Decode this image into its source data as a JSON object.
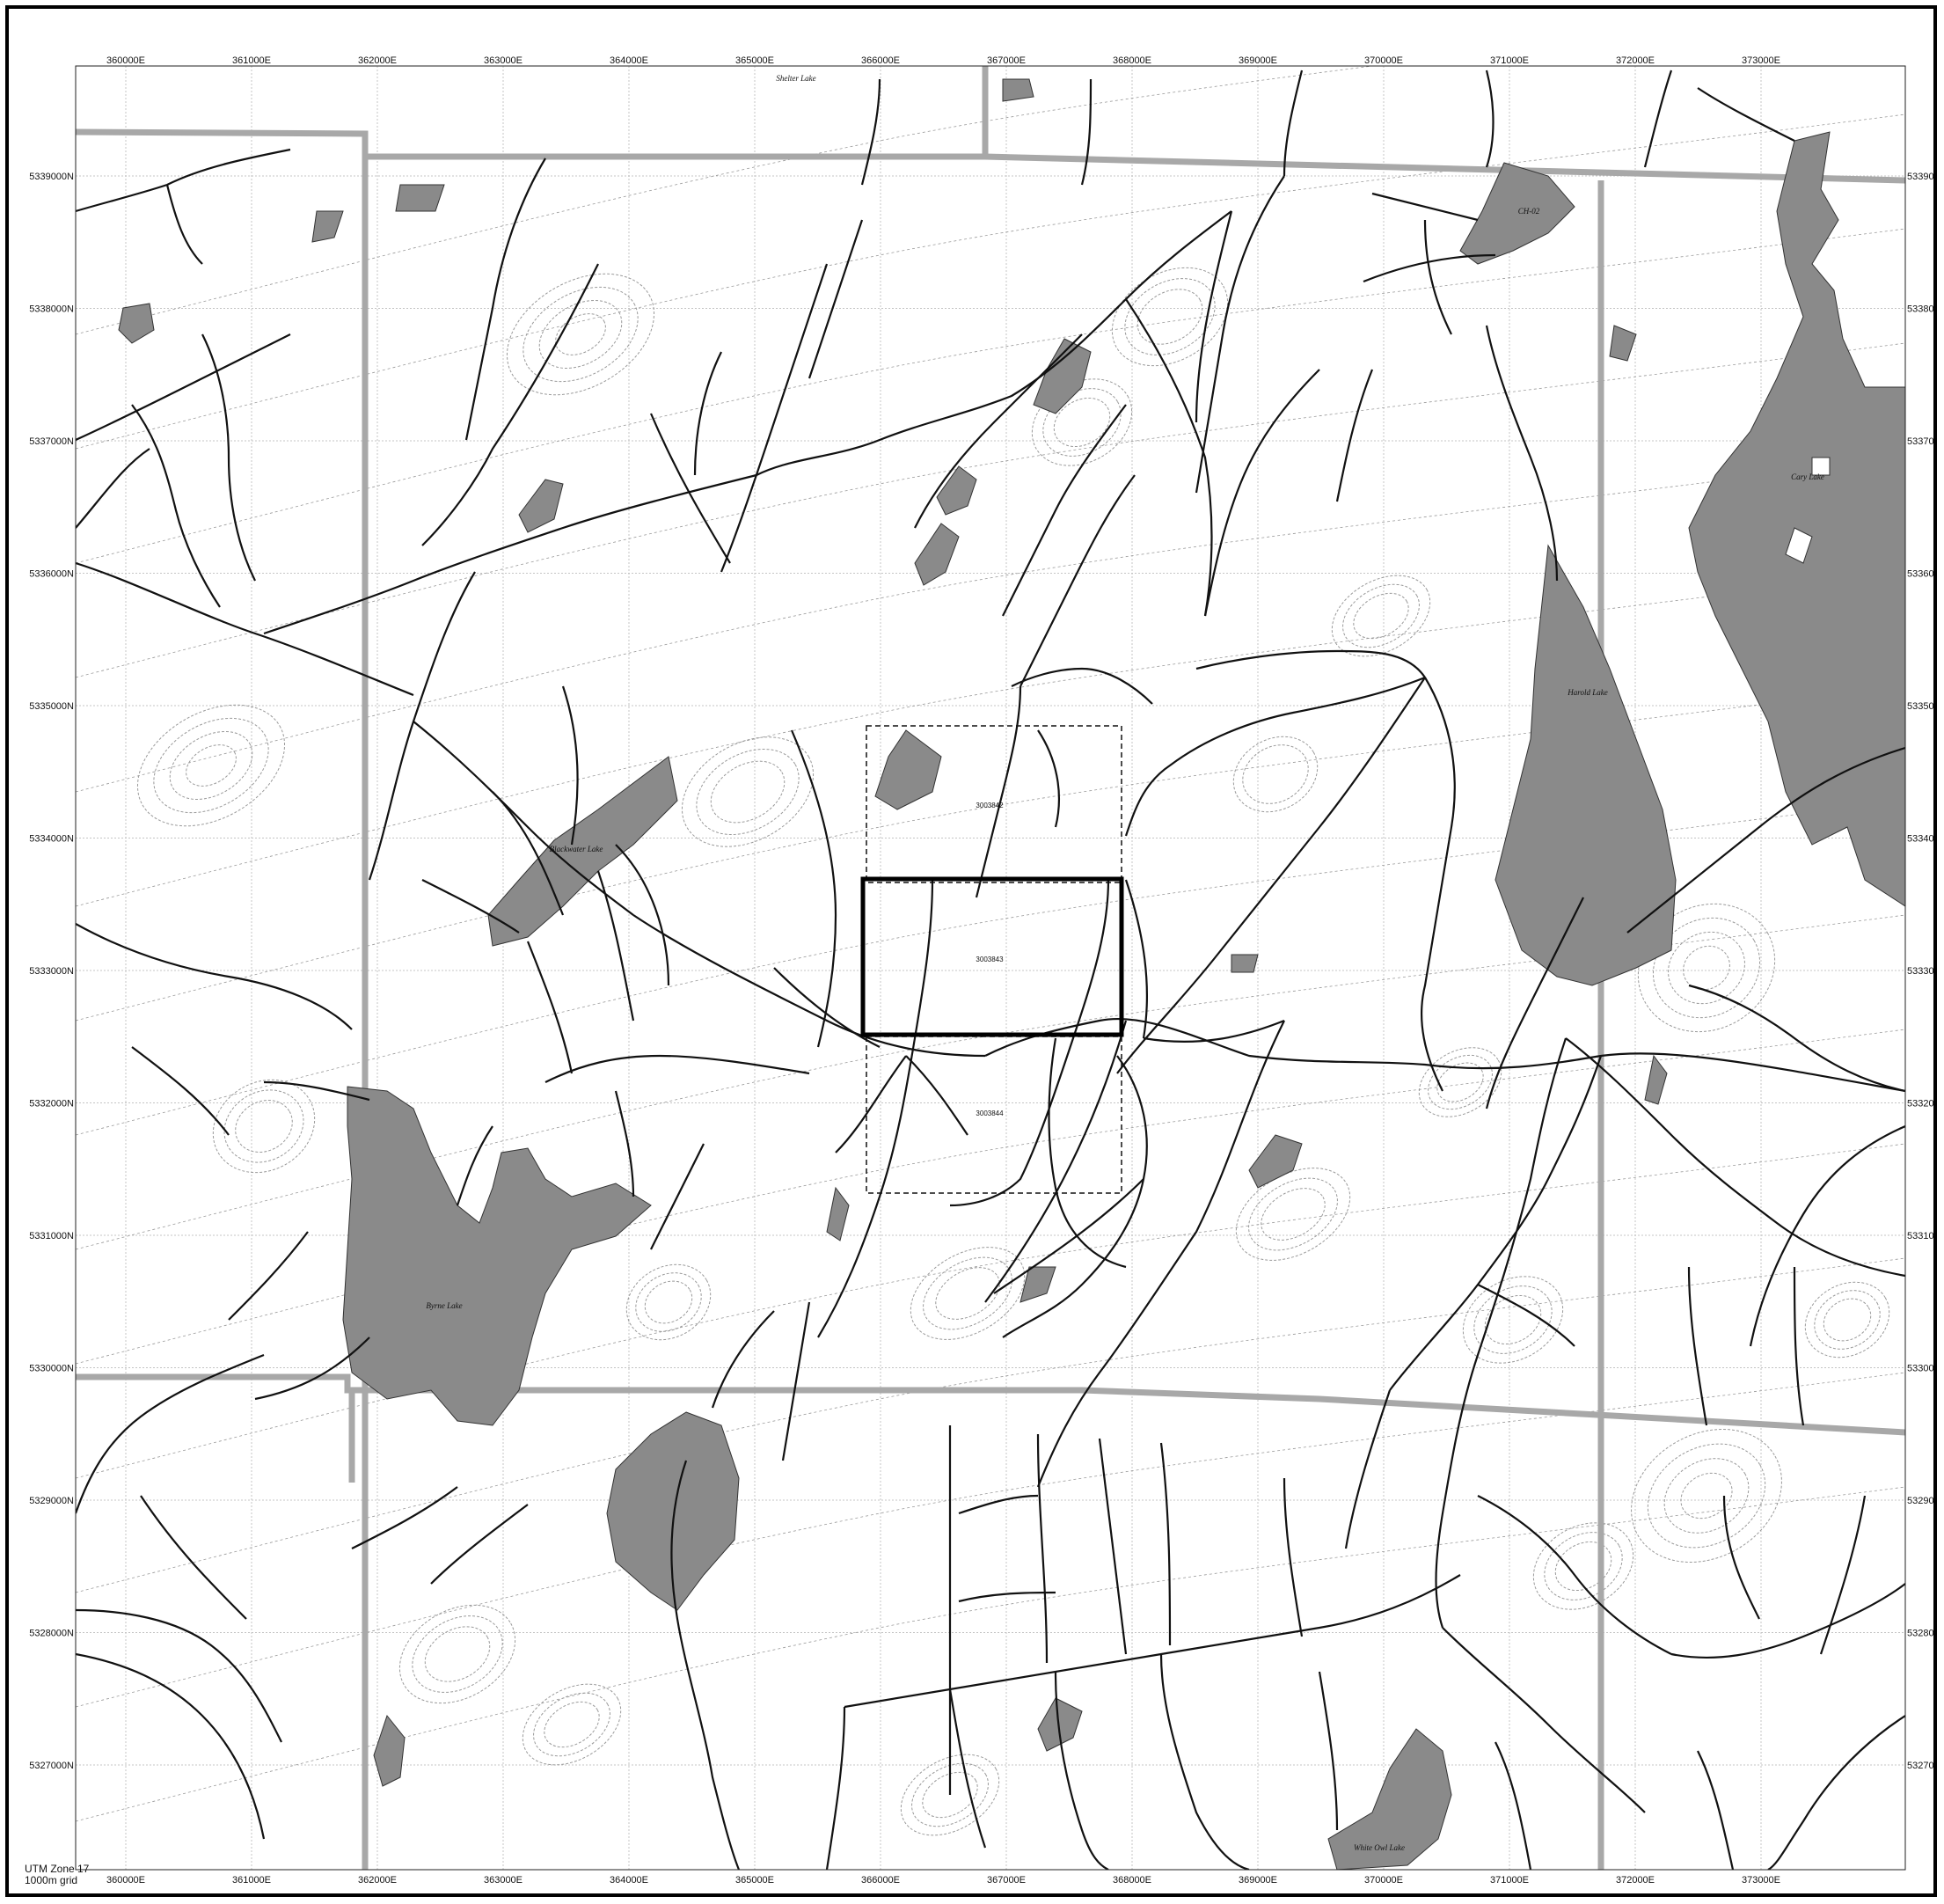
{
  "map": {
    "easting_labels": [
      "360000E",
      "361000E",
      "362000E",
      "363000E",
      "364000E",
      "365000E",
      "366000E",
      "367000E",
      "368000E",
      "369000E",
      "370000E",
      "371000E",
      "372000E",
      "373000E"
    ],
    "northing_labels": [
      "5339000N",
      "5338000N",
      "5337000N",
      "5336000N",
      "5335000N",
      "5334000N",
      "5333000N",
      "5332000N",
      "5331000N",
      "5330000N",
      "5329000N",
      "5328000N",
      "5327000N"
    ],
    "northing_labels_right": [
      "53390",
      "53380",
      "53370",
      "53360",
      "53350",
      "53340",
      "53330",
      "53320",
      "53310",
      "53300",
      "53290",
      "53280",
      "53270"
    ],
    "claim_labels": [
      "3003842",
      "3003843",
      "3003844"
    ],
    "lake_labels": {
      "shelter": "Shelter Lake",
      "ch": "CH-02",
      "cary": "Cary Lake",
      "harold": "Harold Lake",
      "blackwater": "Blackwater Lake",
      "byrne": "Byrne Lake",
      "whiteowl": "White Owl Lake"
    },
    "legend": {
      "zone": "UTM Zone 17",
      "grid": "1000m grid"
    },
    "colors": {
      "water": "#8a8a8a",
      "grid_band": "#a8a8a8",
      "contour": "#9a9a9a",
      "stream": "#111111"
    }
  }
}
